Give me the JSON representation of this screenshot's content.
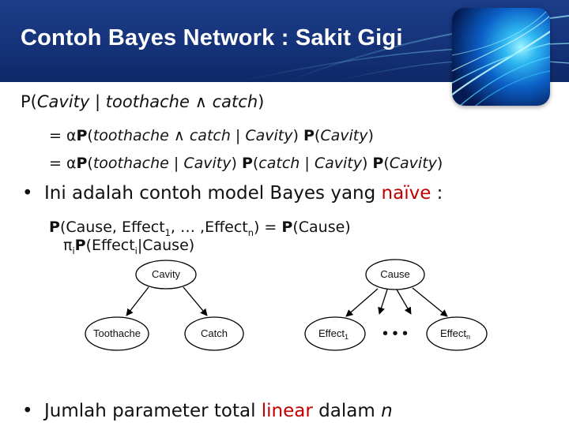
{
  "slide": {
    "title": "Contoh Bayes Network : Sakit Gigi"
  },
  "query": {
    "p": "P",
    "open": "(",
    "cavity": "Cavity",
    "bar": " | ",
    "toothache": "toothache",
    "and": " ∧ ",
    "catch": "catch",
    "close": ")"
  },
  "eq1": {
    "lead": "= α",
    "p1": "P",
    "o1": "(",
    "toothache": "toothache",
    "and": " ∧ ",
    "catch": "catch",
    "bar": " | ",
    "cavity": "Cavity",
    "c1": ") ",
    "p2": "P",
    "o2": "(",
    "cavity2": "Cavity",
    "c2": ")"
  },
  "eq2": {
    "lead": "= α",
    "p1": "P",
    "o1": "(",
    "toothache": "toothache",
    "bar1": " | ",
    "cavity1": "Cavity",
    "c1": ") ",
    "p2": "P",
    "o2": "(",
    "catch": "catch",
    "bar2": " | ",
    "cavity2": "Cavity",
    "c2": ") ",
    "p3": "P",
    "o3": "(",
    "cavity3": "Cavity",
    "c3": ")"
  },
  "bullet1": {
    "marker": "•",
    "text": "Ini adalah contoh model Bayes yang ",
    "highlight": "naïve",
    "tail": " :"
  },
  "formula": {
    "p1": "P",
    "args": "(Cause, Effect",
    "sub1": "1",
    "mid": ", … ,Effect",
    "subn": "n",
    "eq": ") = ",
    "p2": "P",
    "rhs": "(Cause)"
  },
  "formula2": {
    "pi": "π",
    "sub_i": "i",
    "p": "P",
    "arg": "(Effect",
    "sub_i2": "i",
    "cond": "|Cause)"
  },
  "diagram": {
    "left": {
      "root": "Cavity",
      "children": [
        "Toothache",
        "Catch"
      ]
    },
    "right": {
      "root": "Cause",
      "child1": "Effect",
      "child1_sub": "1",
      "ellipsis": "•  •  •",
      "childn": "Effect",
      "childn_sub": "n"
    }
  },
  "bullet2": {
    "marker": "•",
    "text": "Jumlah parameter total ",
    "highlight": "linear",
    "mid": " dalam ",
    "var": "n"
  }
}
